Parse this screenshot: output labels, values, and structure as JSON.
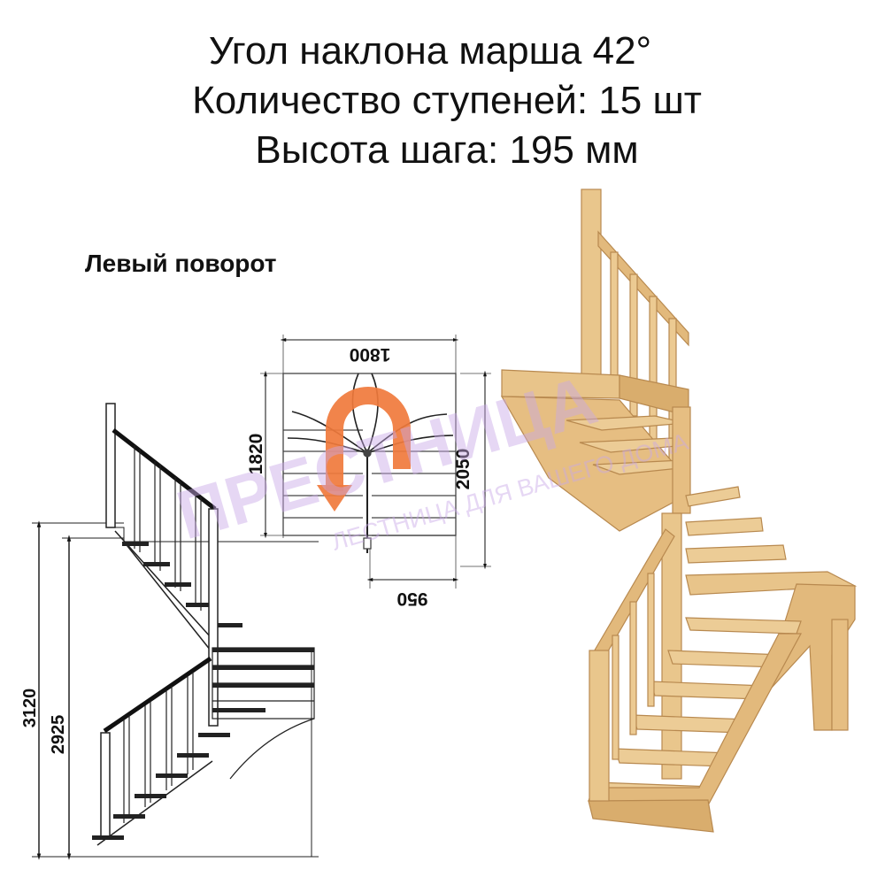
{
  "header": {
    "line1": "Угол наклона марша 42°",
    "line2": "Количество ступеней: 15 шт",
    "line3": "Высота шага: 195 мм"
  },
  "subtitle": "Левый поворот",
  "plan": {
    "width_top": "1800",
    "depth_left": "1820",
    "depth_right": "2050",
    "width_bottom": "950"
  },
  "elevation": {
    "total_height": "3120",
    "floor_height": "2925"
  },
  "watermark": {
    "brand": "ПРЕСТНИЦА",
    "tagline": "ЛЕСТНИЦА ДЛЯ ВАШЕГО ДОМА"
  },
  "colors": {
    "wood": "#e8c48a",
    "wood_dark": "#c9975a",
    "arrow": "#f07a3c",
    "watermark_purple": "#c9a8e8"
  }
}
